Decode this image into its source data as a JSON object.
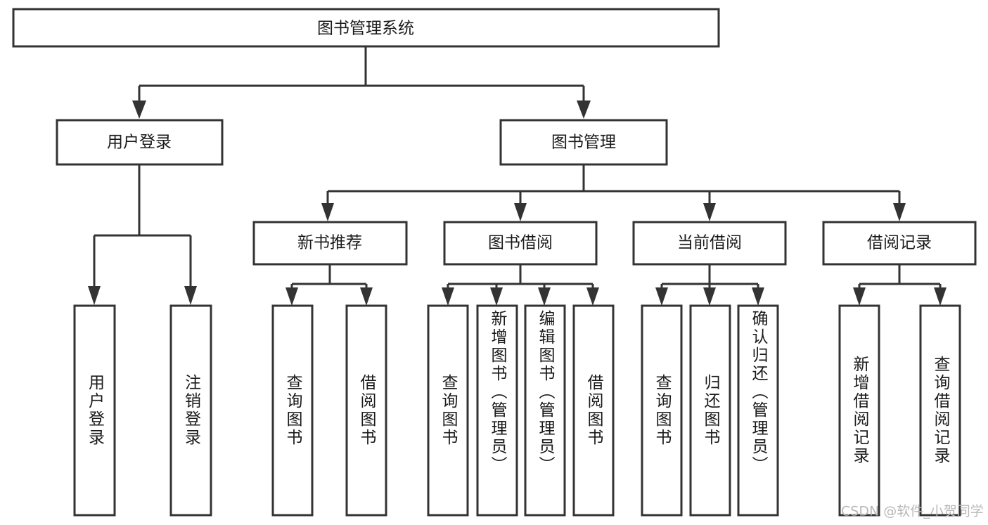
{
  "diagram": {
    "title": "图书管理系统",
    "type": "hierarchy-tree",
    "orientation": "top-down",
    "levels": 4,
    "root": {
      "id": "root",
      "label": "图书管理系统",
      "orientation": "horizontal"
    },
    "level2": [
      {
        "id": "user-login",
        "label": "用户登录",
        "orientation": "horizontal"
      },
      {
        "id": "book-management",
        "label": "图书管理",
        "orientation": "horizontal"
      }
    ],
    "level3": [
      {
        "id": "new-book-recommend",
        "label": "新书推荐",
        "orientation": "horizontal",
        "parent": "book-management"
      },
      {
        "id": "book-borrow",
        "label": "图书借阅",
        "orientation": "horizontal",
        "parent": "book-management"
      },
      {
        "id": "current-borrow",
        "label": "当前借阅",
        "orientation": "horizontal",
        "parent": "book-management"
      },
      {
        "id": "borrow-record",
        "label": "借阅记录",
        "orientation": "horizontal",
        "parent": "book-management"
      }
    ],
    "leaves": [
      {
        "id": "leaf-user-login",
        "label": "用户登录",
        "orientation": "vertical",
        "parent": "user-login"
      },
      {
        "id": "leaf-logout-login",
        "label": "注销登录",
        "orientation": "vertical",
        "parent": "user-login"
      },
      {
        "id": "leaf-query-book-1",
        "label": "查询图书",
        "orientation": "vertical",
        "parent": "new-book-recommend"
      },
      {
        "id": "leaf-borrow-book-1",
        "label": "借阅图书",
        "orientation": "vertical",
        "parent": "new-book-recommend"
      },
      {
        "id": "leaf-query-book-2",
        "label": "查询图书",
        "orientation": "vertical",
        "parent": "book-borrow"
      },
      {
        "id": "leaf-add-book",
        "label": "新增图书（管理员）",
        "orientation": "vertical",
        "parent": "book-borrow"
      },
      {
        "id": "leaf-edit-book",
        "label": "编辑图书（管理员）",
        "orientation": "vertical",
        "parent": "book-borrow"
      },
      {
        "id": "leaf-borrow-book-2",
        "label": "借阅图书",
        "orientation": "vertical",
        "parent": "book-borrow"
      },
      {
        "id": "leaf-query-book-3",
        "label": "查询图书",
        "orientation": "vertical",
        "parent": "current-borrow"
      },
      {
        "id": "leaf-return-book",
        "label": "归还图书",
        "orientation": "vertical",
        "parent": "current-borrow"
      },
      {
        "id": "leaf-confirm-return",
        "label": "确认归还（管理员）",
        "orientation": "vertical",
        "parent": "current-borrow"
      },
      {
        "id": "leaf-add-record",
        "label": "新增借阅记录",
        "orientation": "vertical",
        "parent": "borrow-record"
      },
      {
        "id": "leaf-query-record",
        "label": "查询借阅记录",
        "orientation": "vertical",
        "parent": "borrow-record"
      }
    ]
  },
  "watermark": {
    "text": "CSDN @软件_小贺同学"
  },
  "colors": {
    "box_border": "#333333",
    "box_fill": "#ffffff",
    "connector": "#333333",
    "text": "#1a1a1a",
    "watermark": "#b8b8b8",
    "background": "#ffffff"
  }
}
